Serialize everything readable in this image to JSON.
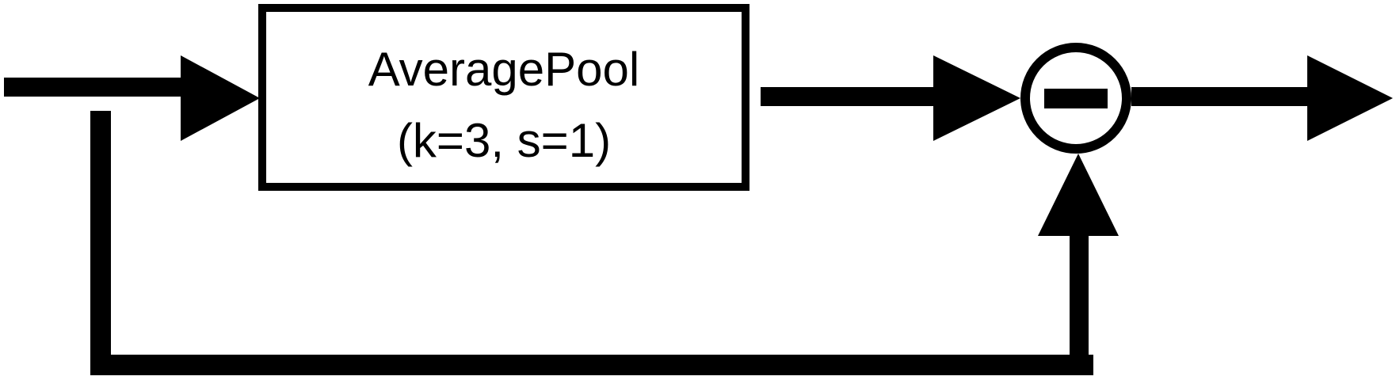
{
  "diagram": {
    "block": {
      "line1": "AveragePool",
      "line2": "(k=3, s=1)"
    },
    "operator": {
      "symbol": "minus"
    }
  },
  "colors": {
    "stroke": "#000000",
    "background": "#ffffff"
  }
}
